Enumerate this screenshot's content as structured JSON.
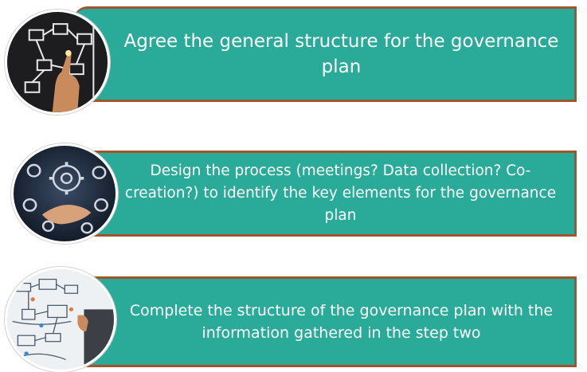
{
  "steps": [
    {
      "text": "Agree the general structure for the governance plan",
      "icon": "flowchart-hand-icon"
    },
    {
      "text": "Design the process (meetings? Data collection? Co-creation?) to identify the key elements for the governance plan",
      "icon": "gear-hand-icon"
    },
    {
      "text": "Complete the structure of the governance plan with the information gathered in the step two",
      "icon": "whiteboard-sketch-icon"
    }
  ],
  "colors": {
    "banner": "#2aaa98",
    "border": "#a2542a",
    "text": "#ffffff"
  }
}
